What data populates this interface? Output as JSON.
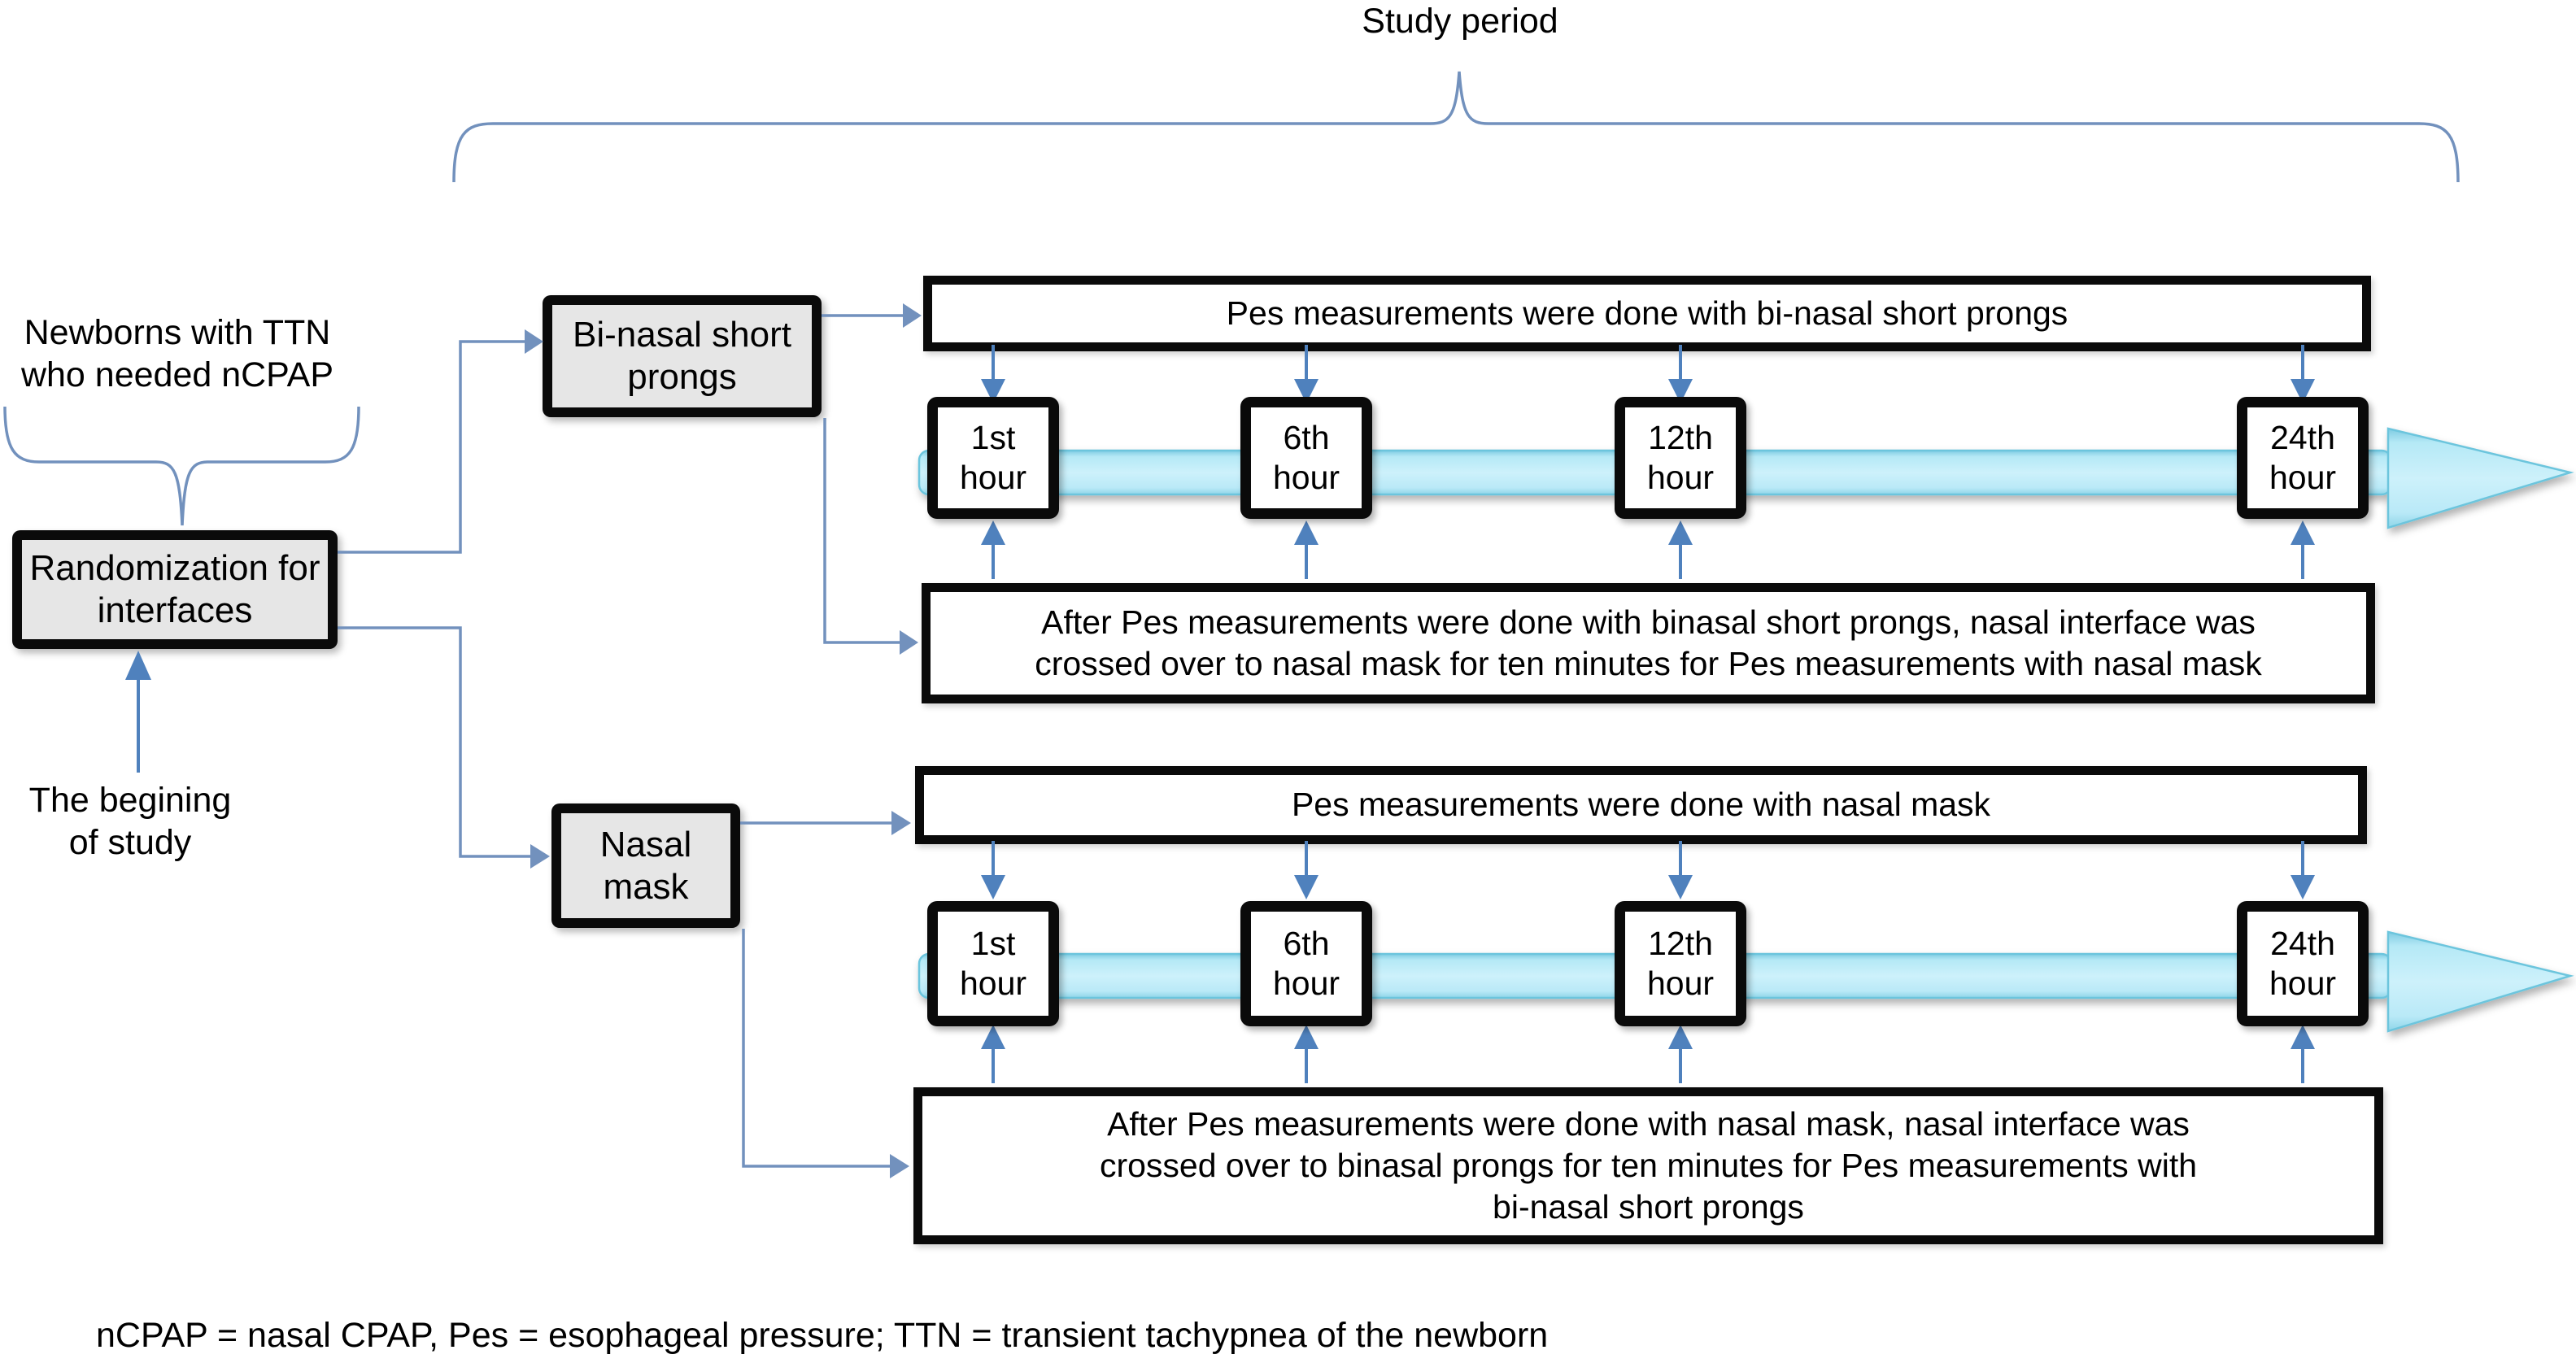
{
  "colors": {
    "connector_blue": "#7291bd",
    "arrowhead_blue": "#4f81bd",
    "box_fill_gray": "#e6e6e6",
    "box_border": "#0a0a0a",
    "timeline_fill_light": "#cdf1fb",
    "timeline_fill_deep": "#8ed5e8",
    "timeline_border": "#6cc5dd"
  },
  "title": {
    "study_period": "Study period"
  },
  "left": {
    "population": "Newborns with TTN\nwho needed nCPAP",
    "randomization": "Randomization for\ninterfaces",
    "beginning": "The begining\nof study"
  },
  "branches": {
    "prongs": {
      "label": "Bi-nasal short\nprongs",
      "measure": "Pes measurements were done with bi-nasal short prongs",
      "crossover": "After Pes measurements were done with binasal short prongs, nasal interface was\ncrossed over to nasal mask for ten minutes for Pes measurements with nasal mask",
      "timeline": [
        "1st\nhour",
        "6th\nhour",
        "12th\nhour",
        "24th\nhour"
      ]
    },
    "mask": {
      "label": "Nasal\nmask",
      "measure": "Pes measurements were done with nasal mask",
      "crossover": "After Pes measurements were done with nasal mask, nasal interface was\ncrossed over to binasal prongs for ten minutes for Pes measurements with\nbi-nasal short prongs",
      "timeline": [
        "1st\nhour",
        "6th\nhour",
        "12th\nhour",
        "24th\nhour"
      ]
    }
  },
  "footnote": "nCPAP = nasal CPAP, Pes = esophageal pressure; TTN = transient tachypnea of the newborn"
}
